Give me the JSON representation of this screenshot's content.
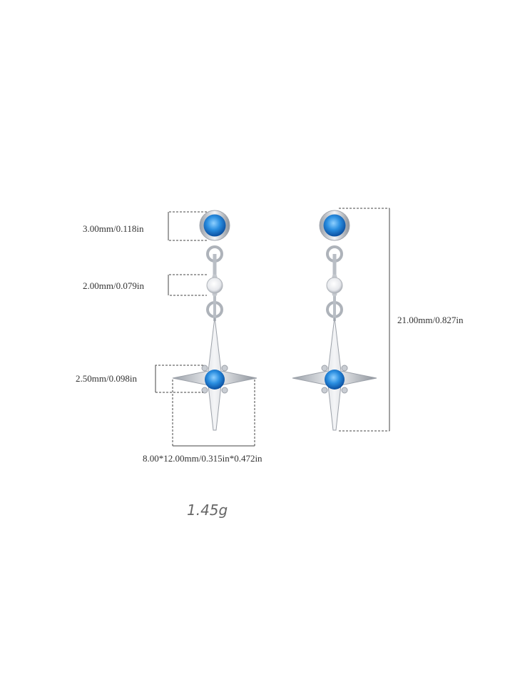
{
  "dimensions": {
    "top_stone": "3.00mm/0.118in",
    "middle_stone": "2.00mm/0.079in",
    "star_stone": "2.50mm/0.098in",
    "star_size": "8.00*12.00mm/0.315in*0.472in",
    "total_length": "21.00mm/0.827in"
  },
  "weight": "1.45g",
  "colors": {
    "stone_blue": "#1e7fd0",
    "metal": "#c8ccd2",
    "line": "#444444"
  }
}
